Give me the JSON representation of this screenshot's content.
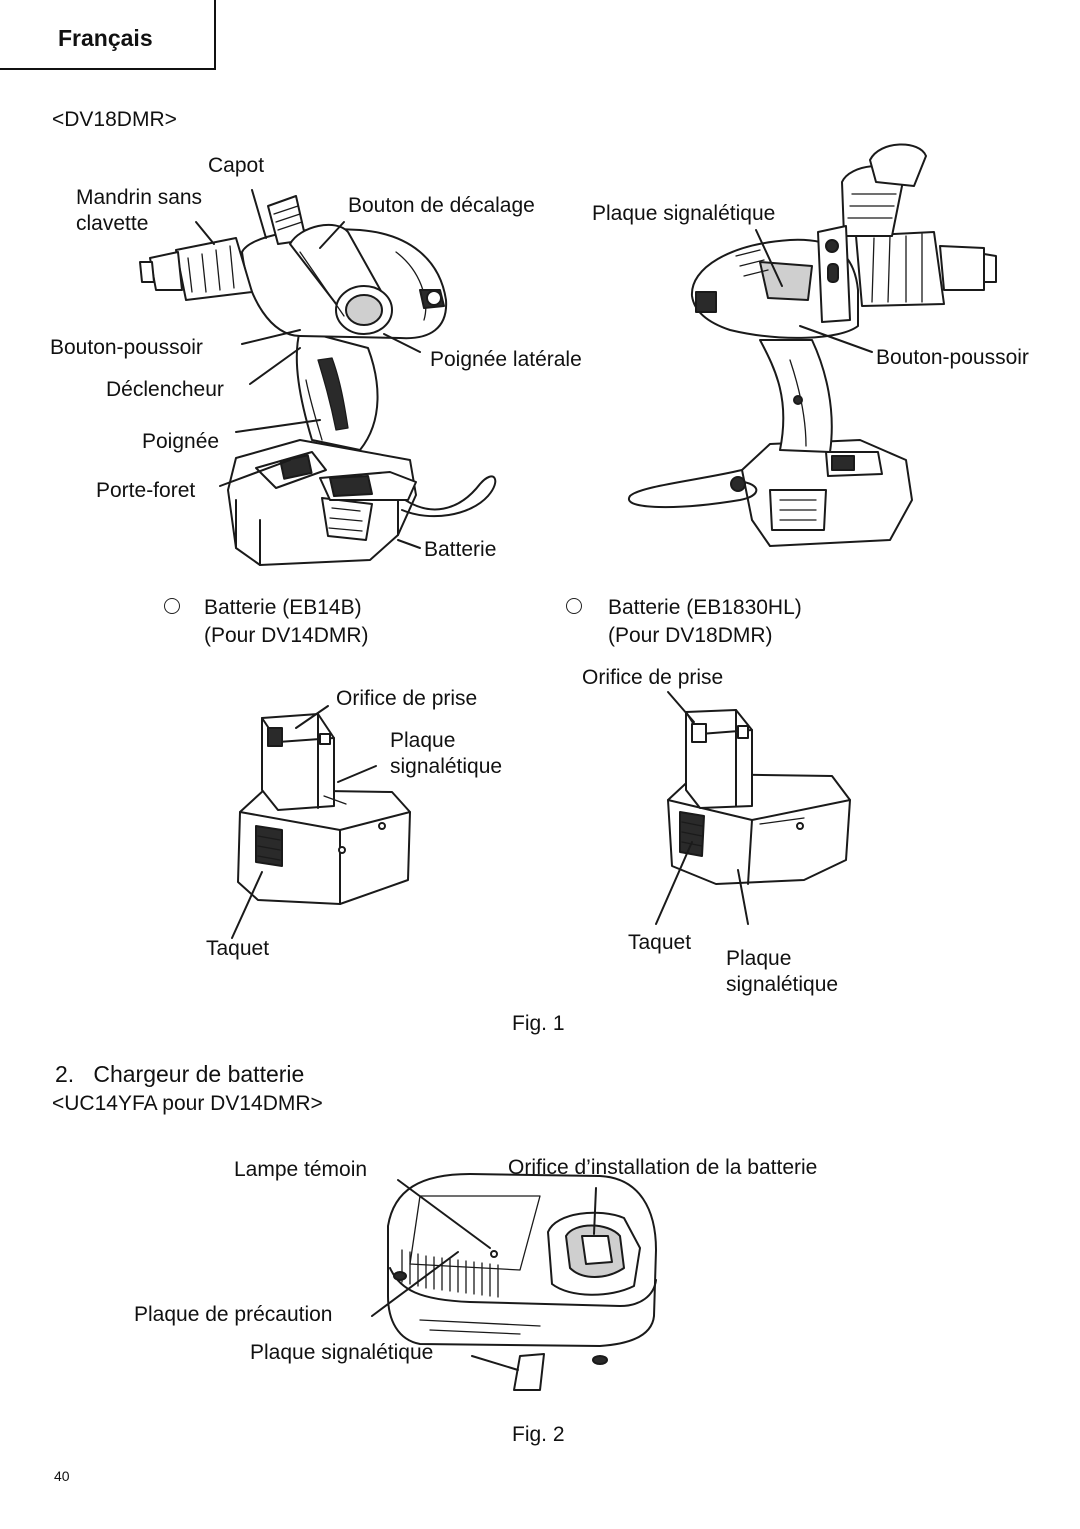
{
  "header": {
    "language": "Français"
  },
  "fig1": {
    "model": "<DV18DMR>",
    "drill_labels": {
      "capot": "Capot",
      "mandrin": "Mandrin sans\nclavette",
      "bouton_decalage": "Bouton de décalage",
      "plaque_signaletique": "Plaque signalétique",
      "bouton_poussoir_left": "Bouton-poussoir",
      "poignee_laterale": "Poignée latérale",
      "bouton_poussoir_right": "Bouton-poussoir",
      "declencheur": "Déclencheur",
      "poignee": "Poignée",
      "porte_foret": "Porte-foret",
      "batterie": "Batterie"
    },
    "battery_left": {
      "title": "Batterie (EB14B)",
      "subtitle": "(Pour DV14DMR)",
      "orifice": "Orifice de prise",
      "plaque": "Plaque\nsignalétique",
      "taquet": "Taquet"
    },
    "battery_right": {
      "title": "Batterie (EB1830HL)",
      "subtitle": "(Pour DV18DMR)",
      "orifice": "Orifice de prise",
      "taquet": "Taquet",
      "plaque": "Plaque\nsignalétique"
    },
    "caption": "Fig. 1"
  },
  "section2": {
    "heading": "2.   Chargeur de batterie",
    "model": "<UC14YFA pour DV14DMR>"
  },
  "fig2": {
    "lampe": "Lampe témoin",
    "orifice_installation": "Orifice d’installation de la batterie",
    "plaque_precaution": "Plaque de précaution",
    "plaque_signaletique": "Plaque signalétique",
    "caption": "Fig. 2"
  },
  "footer": {
    "page_number": "40"
  }
}
